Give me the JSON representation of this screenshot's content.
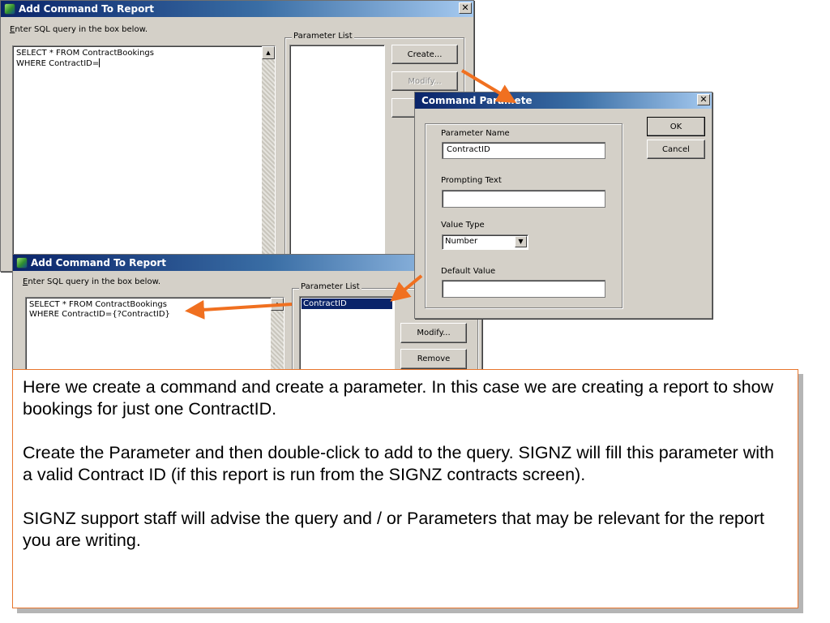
{
  "dialog1": {
    "title": "Add Command To Report",
    "close_glyph": "✕",
    "prompt": "Enter SQL query in the box below.",
    "sql": "SELECT * FROM ContractBookings\nWHERE ContractID=",
    "param_group_label": "Parameter List",
    "create_label": "Create...",
    "modify_label": "Modify...",
    "remove_label_partial": "Re"
  },
  "dialog2": {
    "title": "Add Command To Report",
    "prompt": "Enter SQL query in the box below.",
    "sql": "SELECT * FROM ContractBookings\nWHERE ContractID={?ContractID}",
    "param_group_label": "Parameter List",
    "selected_param": "ContractID",
    "modify_label": "Modify...",
    "remove_label": "Remove"
  },
  "param_dialog": {
    "title": "Command Paramete",
    "close_glyph": "✕",
    "name_label": "Parameter Name",
    "name_value": "ContractID",
    "prompt_label": "Prompting Text",
    "prompt_value": "",
    "type_label": "Value Type",
    "type_value": "Number",
    "default_label": "Default Value",
    "default_value": "",
    "ok_label": "OK",
    "cancel_label": "Cancel"
  },
  "icons": {
    "app": "app-icon",
    "close": "close-icon",
    "dropdown": "chevron-down-icon",
    "scroll_up": "scroll-up-icon"
  },
  "colors": {
    "accent_arrow": "#f07020",
    "title_bar": "#0a246a",
    "note_border": "#e8762d"
  },
  "note": {
    "para1": "Here we create a command and create a parameter.  In this case we are creating a report to show bookings for just one ContractID.",
    "para2": "Create the Parameter and then double-click to add to the query.  SIGNZ will fill this parameter with a valid Contract ID (if this report is run from the SIGNZ contracts screen).",
    "para3": "SIGNZ support staff will advise the query and / or Parameters that may be relevant for the report you are writing."
  }
}
